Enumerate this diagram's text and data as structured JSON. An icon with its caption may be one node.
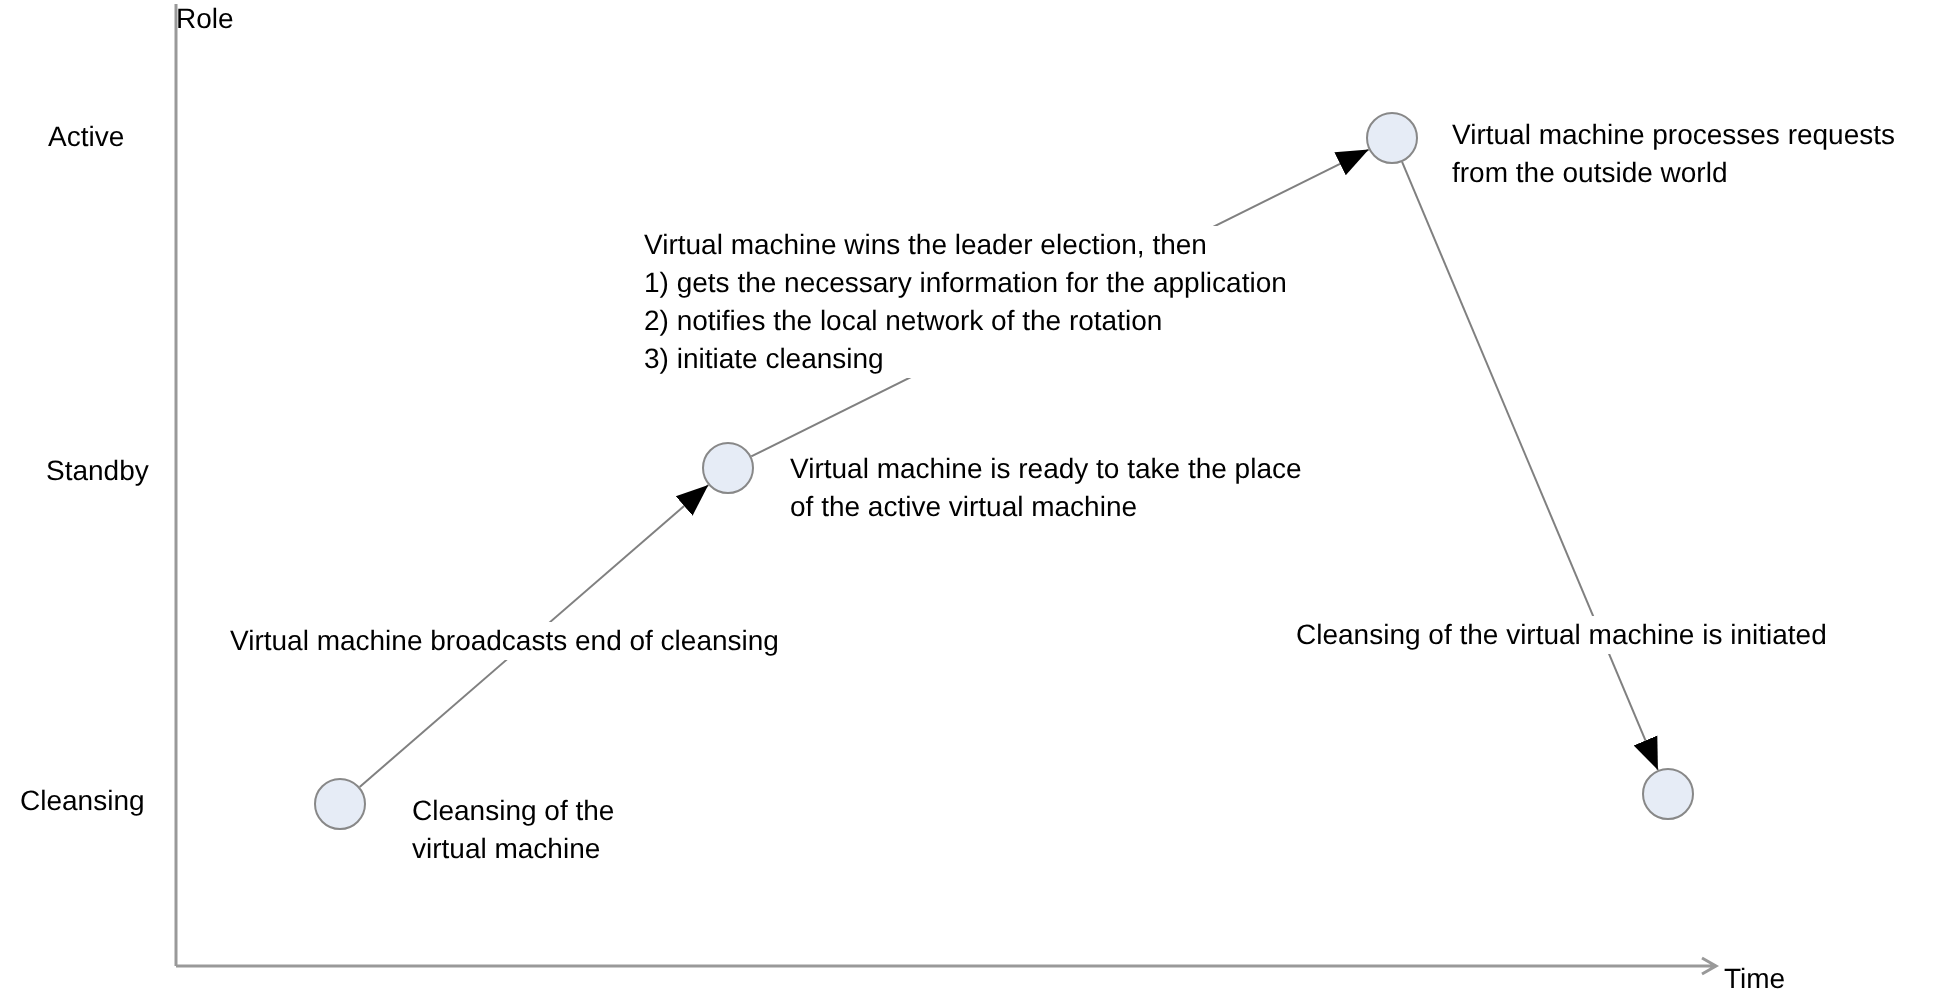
{
  "diagram": {
    "nodes": [
      {
        "text": [],
        "shape": "circle",
        "beside": [
          "Cleansing of the virtual machine"
        ]
      },
      {
        "text": [],
        "shape": "circle",
        "beside": [
          "Virtual machine is ready to take the place of the active virtual machine"
        ]
      },
      {
        "text": [],
        "shape": "circle",
        "beside": [
          "Virtual machine processes requests from the outside world"
        ]
      },
      {
        "text": [],
        "shape": "circle"
      }
    ],
    "edges": [
      {
        "from": 0,
        "to": 1,
        "arrow": "to",
        "label": "Virtual machine broadcasts end of cleansing"
      },
      {
        "from": 1,
        "to": 2,
        "arrow": "to",
        "label": "Virtual machine wins the leader election, then 1) gets the necessary information for the application 2) notifies the local network of the rotation 3) initiate cleansing"
      },
      {
        "from": 2,
        "to": 3,
        "arrow": "to",
        "label": "Cleansing of the virtual machine is initiated"
      }
    ],
    "labels": [
      "Role",
      "Active",
      "Standby",
      "Cleansing",
      "Time"
    ]
  }
}
